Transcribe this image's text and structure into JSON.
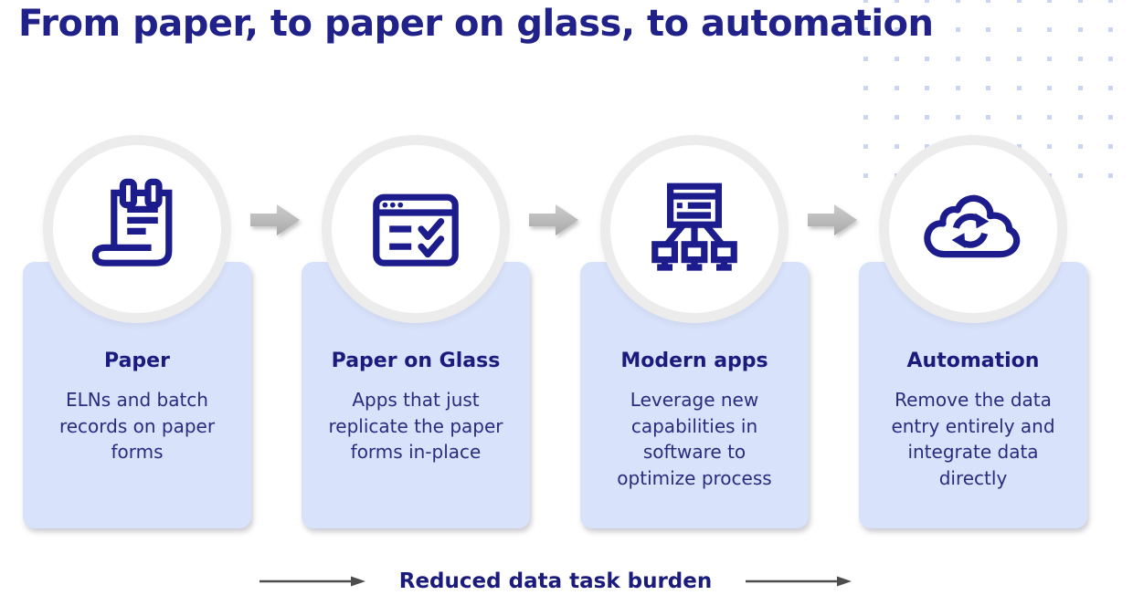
{
  "page": {
    "title": "From paper, to paper on glass, to automation"
  },
  "colors": {
    "title_text": "#21218a",
    "card_heading_text": "#1b1b7e",
    "card_body_text": "#2b2b7e",
    "card_background": "#d9e2fb",
    "circle_ring": "#ececec",
    "icon_stroke": "#1c1c8c",
    "flow_arrow_gray": "#b5b5b5",
    "bottom_arrow_gray": "#4d4d4d",
    "dot_pattern": "#c9d5f2"
  },
  "stages": [
    {
      "icon": "paper-document-icon",
      "title": "Paper",
      "description": "ELNs and batch records on paper forms"
    },
    {
      "icon": "app-checklist-icon",
      "title": "Paper on Glass",
      "description": "Apps that just replicate the paper forms in-place"
    },
    {
      "icon": "networked-apps-icon",
      "title": "Modern apps",
      "description": "Leverage new capabilities in software to optimize process"
    },
    {
      "icon": "cloud-sync-icon",
      "title": "Automation",
      "description": "Remove the data entry entirely and integrate data directly"
    }
  ],
  "footer": {
    "label": "Reduced data task burden"
  }
}
